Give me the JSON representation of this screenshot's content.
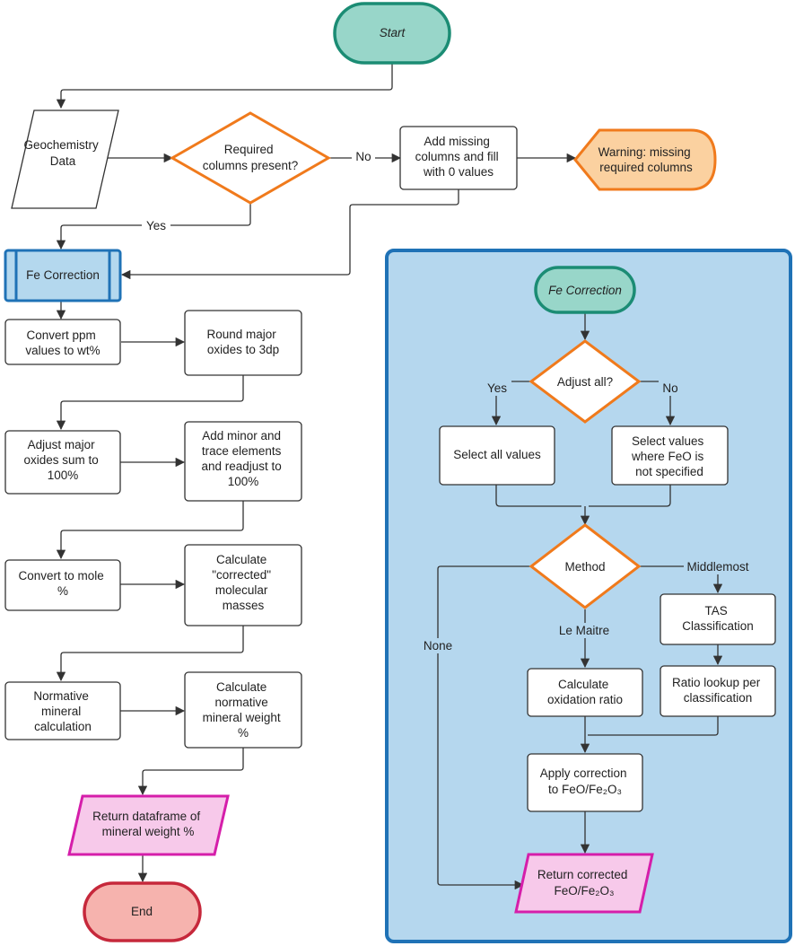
{
  "colors": {
    "start_fill": "#98d6c9",
    "start_stroke": "#1b8c74",
    "decision_stroke": "#f07a1c",
    "warning_fill": "#fbd1a0",
    "warning_stroke": "#f07a1c",
    "fe_fill": "#b4d8ee",
    "fe_stroke": "#1f72b6",
    "panel_fill": "#b5d7ee",
    "panel_stroke": "#1f72b6",
    "return_fill": "#f7c9ea",
    "return_stroke": "#d51eaa",
    "end_fill": "#f6b3ae",
    "end_stroke": "#c6283b"
  },
  "nodes": {
    "start": [
      "Start"
    ],
    "geochem": [
      "Geochemistry",
      "Data"
    ],
    "req_cols": [
      "Required",
      "columns present?"
    ],
    "add_missing": [
      "Add missing",
      "columns and fill",
      "with 0 values"
    ],
    "warning": [
      "Warning: missing",
      "required columns"
    ],
    "fe_correction": [
      "Fe Correction"
    ],
    "convert_ppm": [
      "Convert ppm",
      "values to wt%"
    ],
    "round_oxides": [
      "Round major",
      "oxides to 3dp"
    ],
    "adjust_major": [
      "Adjust major",
      "oxides sum to",
      "100%"
    ],
    "add_minor": [
      "Add minor and",
      "trace elements",
      "and readjust to",
      "100%"
    ],
    "convert_mole": [
      "Convert to mole",
      "%"
    ],
    "calc_corrected": [
      "Calculate",
      "\"corrected\"",
      "molecular",
      "masses"
    ],
    "normative_calc": [
      "Normative",
      "mineral",
      "calculation"
    ],
    "calc_normative_wt": [
      "Calculate",
      "normative",
      "mineral weight",
      "%"
    ],
    "return_df": [
      "Return dataframe of",
      "mineral weight %"
    ],
    "end": [
      "End"
    ],
    "sub_fe": [
      "Fe Correction"
    ],
    "adjust_all": [
      "Adjust all?"
    ],
    "select_all": [
      "Select all values"
    ],
    "select_where": [
      "Select values",
      "where FeO is",
      "not specified"
    ],
    "method": [
      "Method"
    ],
    "tas": [
      "TAS",
      "Classification"
    ],
    "calc_oxidation": [
      "Calculate",
      "oxidation ratio"
    ],
    "ratio_lookup": [
      "Ratio lookup per",
      "classification"
    ],
    "apply_correction": [
      "Apply correction",
      "to FeO/Fe₂O₃"
    ],
    "return_corrected": [
      "Return corrected",
      "FeO/Fe₂O₃"
    ]
  },
  "edge_labels": {
    "no": "No",
    "yes": "Yes",
    "sub_yes": "Yes",
    "sub_no": "No",
    "middlemost": "Middlemost",
    "le_maitre": "Le Maitre",
    "none": "None"
  }
}
